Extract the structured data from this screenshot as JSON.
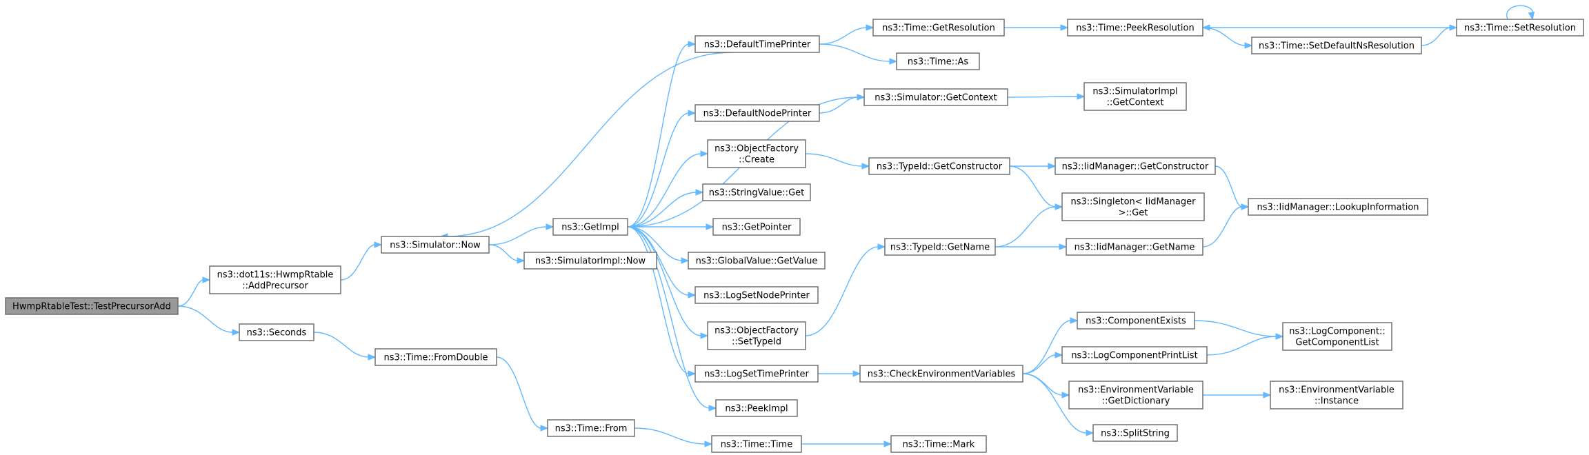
{
  "nodes": [
    {
      "id": "root",
      "lines": [
        "HwmpRtableTest::TestPrecursorAdd"
      ],
      "root": true
    },
    {
      "id": "addPrecursor",
      "lines": [
        "ns3::dot11s::HwmpRtable",
        "::AddPrecursor"
      ]
    },
    {
      "id": "seconds",
      "lines": [
        "ns3::Seconds"
      ]
    },
    {
      "id": "simNow",
      "lines": [
        "ns3::Simulator::Now"
      ]
    },
    {
      "id": "fromDouble",
      "lines": [
        "ns3::Time::FromDouble"
      ]
    },
    {
      "id": "getImpl",
      "lines": [
        "ns3::GetImpl"
      ]
    },
    {
      "id": "simImplNow",
      "lines": [
        "ns3::SimulatorImpl::Now"
      ]
    },
    {
      "id": "timeFrom",
      "lines": [
        "ns3::Time::From"
      ]
    },
    {
      "id": "defTimePrinter",
      "lines": [
        "ns3::DefaultTimePrinter"
      ]
    },
    {
      "id": "defNodePrinter",
      "lines": [
        "ns3::DefaultNodePrinter"
      ]
    },
    {
      "id": "ofCreate",
      "lines": [
        "ns3::ObjectFactory",
        "::Create"
      ]
    },
    {
      "id": "strValGet",
      "lines": [
        "ns3::StringValue::Get"
      ]
    },
    {
      "id": "getPointer",
      "lines": [
        "ns3::GetPointer"
      ]
    },
    {
      "id": "gvGetValue",
      "lines": [
        "ns3::GlobalValue::GetValue"
      ]
    },
    {
      "id": "logSetNodePrinter",
      "lines": [
        "ns3::LogSetNodePrinter"
      ]
    },
    {
      "id": "ofSetTypeId",
      "lines": [
        "ns3::ObjectFactory",
        "::SetTypeId"
      ]
    },
    {
      "id": "logSetTimePrinter",
      "lines": [
        "ns3::LogSetTimePrinter"
      ]
    },
    {
      "id": "peekImpl",
      "lines": [
        "ns3::PeekImpl"
      ]
    },
    {
      "id": "timeTime",
      "lines": [
        "ns3::Time::Time"
      ]
    },
    {
      "id": "timeGetRes",
      "lines": [
        "ns3::Time::GetResolution"
      ]
    },
    {
      "id": "timeAs",
      "lines": [
        "ns3::Time::As"
      ]
    },
    {
      "id": "simGetContext",
      "lines": [
        "ns3::Simulator::GetContext"
      ]
    },
    {
      "id": "typeIdGetCtor",
      "lines": [
        "ns3::TypeId::GetConstructor"
      ]
    },
    {
      "id": "typeIdGetName",
      "lines": [
        "ns3::TypeId::GetName"
      ]
    },
    {
      "id": "checkEnv",
      "lines": [
        "ns3::CheckEnvironmentVariables"
      ]
    },
    {
      "id": "timeMark",
      "lines": [
        "ns3::Time::Mark"
      ]
    },
    {
      "id": "timePeekRes",
      "lines": [
        "ns3::Time::PeekResolution"
      ]
    },
    {
      "id": "simImplGetContext",
      "lines": [
        "ns3::SimulatorImpl",
        "::GetContext"
      ]
    },
    {
      "id": "iidGetCtor",
      "lines": [
        "ns3::IidManager::GetConstructor"
      ]
    },
    {
      "id": "singletonGet",
      "lines": [
        "ns3::Singleton< IidManager",
        ">::Get"
      ]
    },
    {
      "id": "iidGetName",
      "lines": [
        "ns3::IidManager::GetName"
      ]
    },
    {
      "id": "compExists",
      "lines": [
        "ns3::ComponentExists"
      ]
    },
    {
      "id": "logCompPrintList",
      "lines": [
        "ns3::LogComponentPrintList"
      ]
    },
    {
      "id": "envGetDict",
      "lines": [
        "ns3::EnvironmentVariable",
        "::GetDictionary"
      ]
    },
    {
      "id": "splitString",
      "lines": [
        "ns3::SplitString"
      ]
    },
    {
      "id": "timeSetDefNsRes",
      "lines": [
        "ns3::Time::SetDefaultNsResolution"
      ]
    },
    {
      "id": "iidLookupInfo",
      "lines": [
        "ns3::IidManager::LookupInformation"
      ]
    },
    {
      "id": "logCompGetList",
      "lines": [
        "ns3::LogComponent::",
        "GetComponentList"
      ]
    },
    {
      "id": "envInstance",
      "lines": [
        "ns3::EnvironmentVariable",
        "::Instance"
      ]
    },
    {
      "id": "timeSetRes",
      "lines": [
        "ns3::Time::SetResolution"
      ]
    }
  ],
  "edges": [
    [
      "root",
      "addPrecursor"
    ],
    [
      "root",
      "seconds"
    ],
    [
      "addPrecursor",
      "simNow"
    ],
    [
      "seconds",
      "fromDouble"
    ],
    [
      "simNow",
      "getImpl"
    ],
    [
      "simNow",
      "simImplNow"
    ],
    [
      "fromDouble",
      "timeFrom"
    ],
    [
      "timeFrom",
      "timeTime"
    ],
    [
      "timeTime",
      "timeMark"
    ],
    [
      "getImpl",
      "defTimePrinter"
    ],
    [
      "getImpl",
      "defNodePrinter"
    ],
    [
      "getImpl",
      "ofCreate"
    ],
    [
      "getImpl",
      "strValGet"
    ],
    [
      "getImpl",
      "getPointer"
    ],
    [
      "getImpl",
      "gvGetValue"
    ],
    [
      "getImpl",
      "logSetNodePrinter"
    ],
    [
      "getImpl",
      "ofSetTypeId"
    ],
    [
      "getImpl",
      "logSetTimePrinter"
    ],
    [
      "getImpl",
      "peekImpl"
    ],
    [
      "getImpl",
      "simGetContext"
    ],
    [
      "defTimePrinter",
      "simNow"
    ],
    [
      "defTimePrinter",
      "timeGetRes"
    ],
    [
      "defTimePrinter",
      "timeAs"
    ],
    [
      "defNodePrinter",
      "simGetContext"
    ],
    [
      "ofCreate",
      "typeIdGetCtor"
    ],
    [
      "ofSetTypeId",
      "typeIdGetName"
    ],
    [
      "logSetTimePrinter",
      "checkEnv"
    ],
    [
      "timeGetRes",
      "timePeekRes"
    ],
    [
      "timePeekRes",
      "timeSetDefNsRes"
    ],
    [
      "timeSetDefNsRes",
      "timeSetRes"
    ],
    [
      "timeSetRes",
      "timePeekRes"
    ],
    [
      "timeSetRes",
      "timeSetRes"
    ],
    [
      "simGetContext",
      "simImplGetContext"
    ],
    [
      "typeIdGetCtor",
      "iidGetCtor"
    ],
    [
      "typeIdGetCtor",
      "singletonGet"
    ],
    [
      "typeIdGetName",
      "singletonGet"
    ],
    [
      "typeIdGetName",
      "iidGetName"
    ],
    [
      "iidGetCtor",
      "iidLookupInfo"
    ],
    [
      "iidGetName",
      "iidLookupInfo"
    ],
    [
      "checkEnv",
      "compExists"
    ],
    [
      "checkEnv",
      "logCompPrintList"
    ],
    [
      "checkEnv",
      "envGetDict"
    ],
    [
      "checkEnv",
      "splitString"
    ],
    [
      "compExists",
      "logCompGetList"
    ],
    [
      "logCompPrintList",
      "logCompGetList"
    ],
    [
      "envGetDict",
      "envInstance"
    ]
  ],
  "colors": {
    "edge": "#63b8ff",
    "border": "#666666",
    "root_fill": "#999999"
  }
}
